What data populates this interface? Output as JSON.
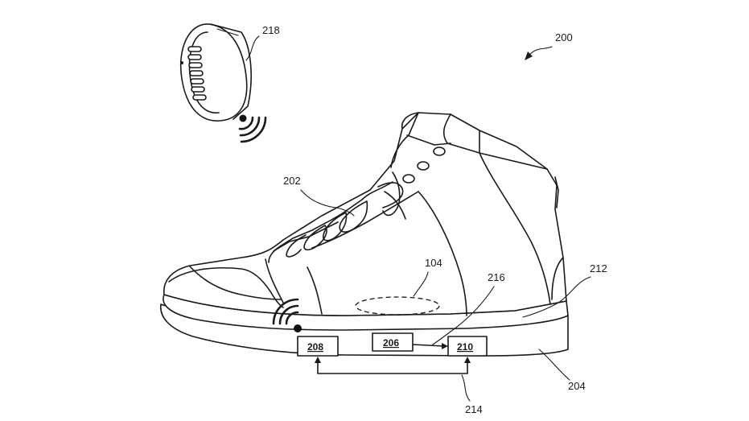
{
  "labels": {
    "system": "200",
    "upper": "202",
    "sole": "204",
    "box_center": "206",
    "box_left": "208",
    "box_right": "210",
    "midsole_line": "212",
    "bus": "214",
    "connector": "216",
    "wristband": "218",
    "insole_region": "104"
  }
}
